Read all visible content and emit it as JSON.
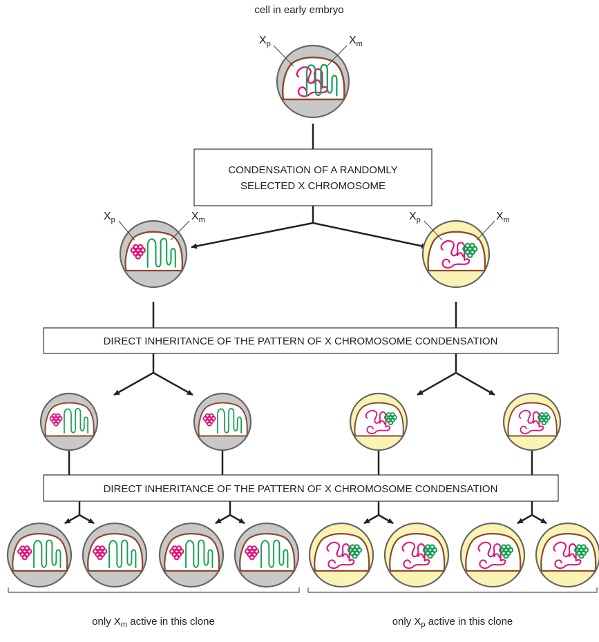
{
  "title": "cell in early embryo",
  "labels": {
    "xp": "X",
    "xp_sub": "p",
    "xm": "X",
    "xm_sub": "m"
  },
  "steps": {
    "condensation_line1": "CONDENSATION OF A RANDOMLY",
    "condensation_line2": "SELECTED X CHROMOSOME",
    "inheritance_1": "DIRECT INHERITANCE OF THE PATTERN OF X CHROMOSOME CONDENSATION",
    "inheritance_2": "DIRECT INHERITANCE OF THE PATTERN OF X CHROMOSOME CONDENSATION"
  },
  "clones": {
    "left": {
      "prefix": "only X",
      "sub": "m",
      "suffix": " active in this clone"
    },
    "right": {
      "prefix": "only X",
      "sub": "p",
      "suffix": " active in this clone"
    }
  },
  "colors": {
    "gray_cell": "#c8c9c7",
    "yellow_cell": "#fbf3b4",
    "nucleus_outline": "#8a4a2e",
    "paternal_x": "#e0147b",
    "maternal_x": "#14a050",
    "lines": "#222222"
  }
}
